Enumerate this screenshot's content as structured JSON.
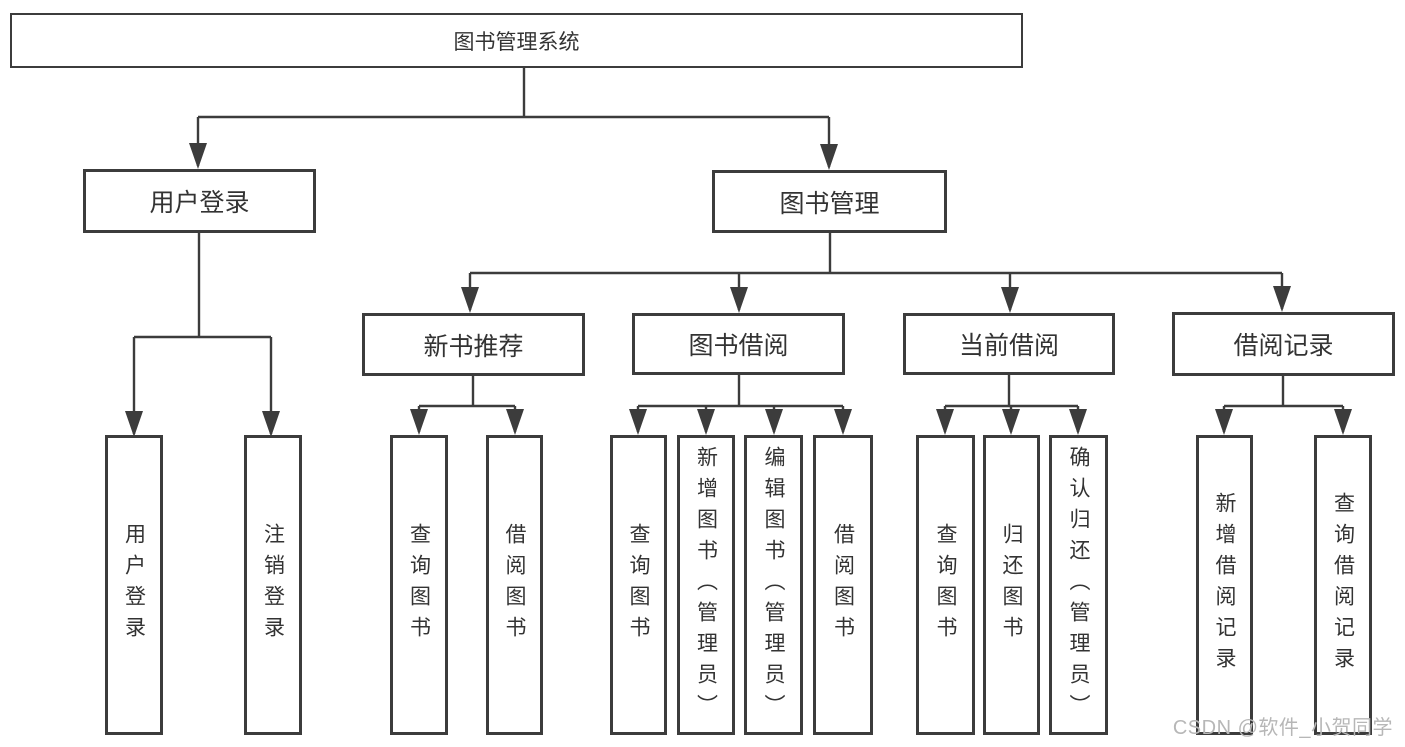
{
  "diagram": {
    "root": {
      "label": "图书管理系统"
    },
    "level2": [
      {
        "label": "用户登录",
        "children": [
          {
            "label": "用户登录"
          },
          {
            "label": "注销登录"
          }
        ]
      },
      {
        "label": "图书管理",
        "children": [
          {
            "label": "新书推荐",
            "children": [
              {
                "label": "查询图书"
              },
              {
                "label": "借阅图书"
              }
            ]
          },
          {
            "label": "图书借阅",
            "children": [
              {
                "label": "查询图书"
              },
              {
                "label": "新增图书（管理员）"
              },
              {
                "label": "编辑图书（管理员）"
              },
              {
                "label": "借阅图书"
              }
            ]
          },
          {
            "label": "当前借阅",
            "children": [
              {
                "label": "查询图书"
              },
              {
                "label": "归还图书"
              },
              {
                "label": "确认归还（管理员）"
              }
            ]
          },
          {
            "label": "借阅记录",
            "children": [
              {
                "label": "新增借阅记录"
              },
              {
                "label": "查询借阅记录"
              }
            ]
          }
        ]
      }
    ]
  },
  "watermark": {
    "text": "CSDN @软件_小贺同学",
    "color": "#b7b7b7"
  },
  "colors": {
    "background": "#ffffff",
    "line": "#3c3c3c",
    "box_border": "#3c3c3c",
    "text": "#333333"
  }
}
